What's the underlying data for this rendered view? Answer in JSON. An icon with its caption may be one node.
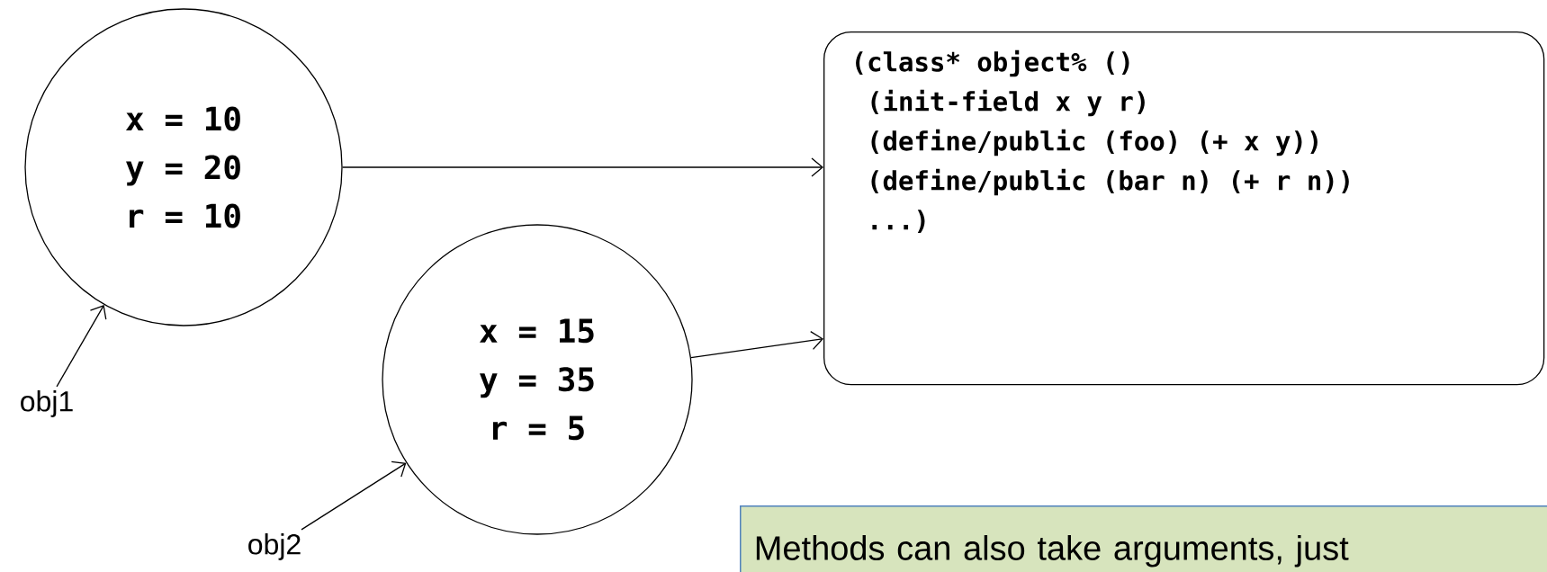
{
  "diagram": {
    "nodes": [
      {
        "text": [
          "x = 10",
          "y = 20",
          "r = 10"
        ]
      },
      {
        "text": [
          "x = 15",
          "y = 35",
          "r = 5"
        ]
      },
      {
        "text": [
          "(class* object% ()",
          "(init-field x y r)",
          "(define/public (foo) (+ x y))",
          "(define/public (bar n) (+ r n))",
          "...)"
        ]
      },
      {
        "text": [
          "obj1"
        ]
      },
      {
        "text": [
          "obj2"
        ]
      },
      {
        "text": [
          "Methods can also take arguments, just"
        ]
      }
    ],
    "edges": [
      {
        "from": 0,
        "to": 2,
        "arrow": "to"
      },
      {
        "from": 1,
        "to": 2,
        "arrow": "to"
      },
      {
        "from": 3,
        "to": 0,
        "arrow": "to"
      },
      {
        "from": 4,
        "to": 1,
        "arrow": "to"
      }
    ]
  }
}
